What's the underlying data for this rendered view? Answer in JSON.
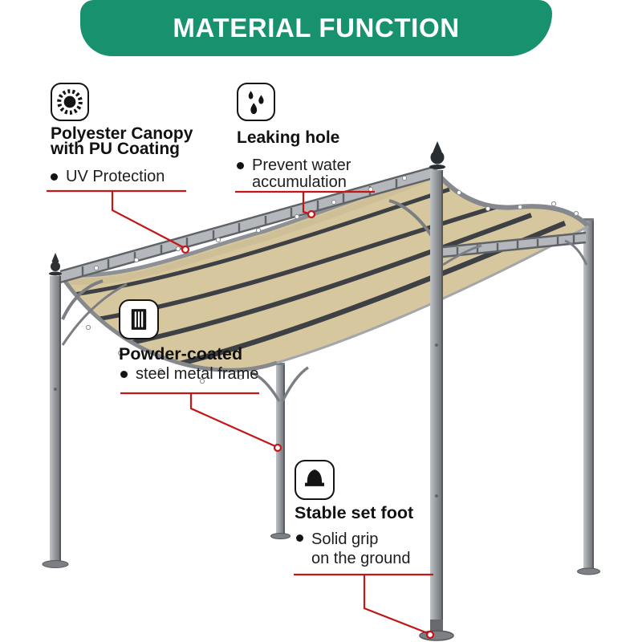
{
  "banner": {
    "title": "MATERIAL FUNCTION"
  },
  "features": [
    {
      "icon": "sun-icon",
      "title": "Polyester Canopy with PU Coating",
      "title_lines": [
        "Polyester Canopy",
        "with PU Coating"
      ],
      "bullets": [
        [
          "UV Protection"
        ]
      ]
    },
    {
      "icon": "water-drops-icon",
      "title": "Leaking hole",
      "title_lines": [
        "Leaking hole"
      ],
      "bullets": [
        [
          "Prevent water",
          "accumulation"
        ]
      ]
    },
    {
      "icon": "coated-panel-icon",
      "title": "Powder-coated",
      "title_lines": [
        "Powder-coated"
      ],
      "bullets": [
        [
          "steel metal frame"
        ]
      ]
    },
    {
      "icon": "stable-foot-icon",
      "title": "Stable set foot",
      "title_lines": [
        "Stable set foot"
      ],
      "bullets": [
        [
          "Solid grip",
          "on the ground"
        ]
      ]
    }
  ],
  "illustration": {
    "alt": "Steel wall-mounted pergola with beige polyester canopy on four gray posts, red callout lines pointing to canopy, leaking hole, frame post and foot",
    "annotation_targets": [
      "canopy fabric",
      "leaking hole on canopy",
      "steel frame post",
      "post foot on ground"
    ]
  },
  "colors": {
    "banner_bg": "#18916F",
    "banner_text": "#FFFFFF",
    "annotation_red": "#C31617",
    "canopy_beige": "#D7C79E",
    "frame_gray": "#8E9195",
    "rail_dark": "#3D4044",
    "icon_black": "#141414",
    "text": "#1A1A1A"
  }
}
